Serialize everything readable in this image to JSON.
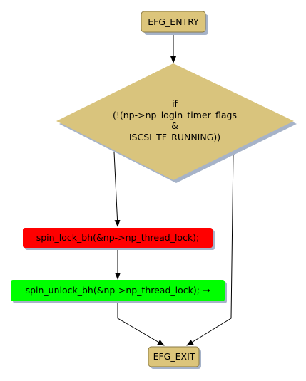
{
  "colors": {
    "terminal_fill": "#dcc57b",
    "terminal_stroke": "#8a7a45",
    "decision_fill": "#d9c47d",
    "red_fill": "#ff0000",
    "green_fill": "#00ff00",
    "shadow": "#a6b3c9",
    "edge": "#000000"
  },
  "nodes": {
    "entry": {
      "label": "EFG_ENTRY"
    },
    "decision": {
      "lines": [
        "if",
        "(!(np->np_login_timer_flags",
        "&",
        "ISCSI_TF_RUNNING))"
      ]
    },
    "lock": {
      "label": "spin_lock_bh(&np->np_thread_lock);"
    },
    "unlock": {
      "label": "spin_unlock_bh(&np->np_thread_lock); →"
    },
    "exit": {
      "label": "EFG_EXIT"
    }
  }
}
